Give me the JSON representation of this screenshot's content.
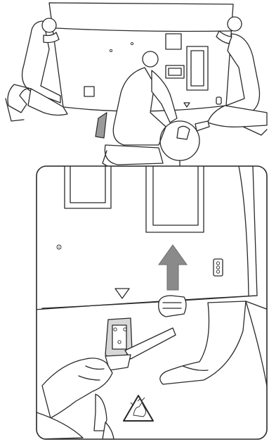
{
  "illustration": {
    "step": "attach-stand-to-tv-with-assistance",
    "icons": [
      "tv-back-panel",
      "stand-bracket",
      "upward-arrow",
      "pinch-caution-icon",
      "position-triangle-mark"
    ],
    "colors": {
      "line": "#2a2a2a",
      "fill": "#ffffff",
      "shade": "#d7d7d7",
      "arrow": "#8a8a8a",
      "frame": "#2a2a2a"
    }
  }
}
